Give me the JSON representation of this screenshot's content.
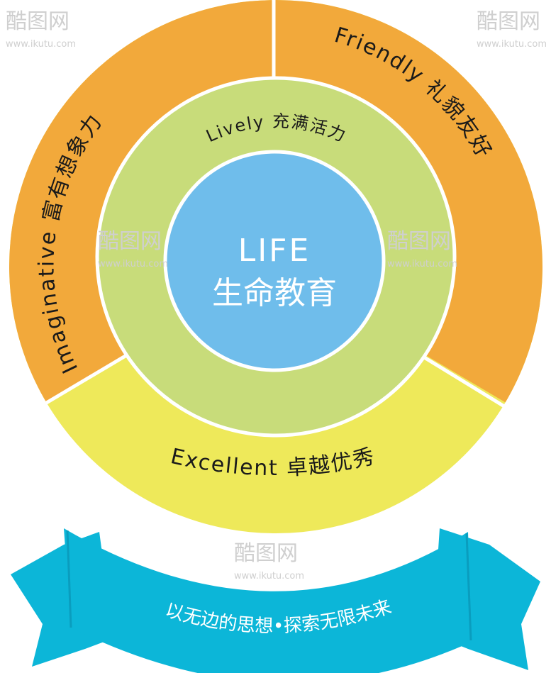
{
  "center": {
    "title": "LIFE",
    "subtitle": "生命教育"
  },
  "rings": {
    "lively": "Lively 充满活力",
    "imaginative": "Imaginative  富有想象力",
    "friendly": "Friendly 礼貌友好",
    "excellent": "Excellent 卓越优秀"
  },
  "ribbon": {
    "slogan": "以无边的思想•探索无限未来"
  },
  "watermark": {
    "brand": "酷图网",
    "url": "www.ikutu.com"
  },
  "colors": {
    "orange": "#F2A93B",
    "yellow": "#EEE95A",
    "green": "#C8DC7A",
    "blue": "#6FBDEB",
    "ribbon": "#0CB6D8",
    "ribbon_dark": "#0A9DBE"
  }
}
